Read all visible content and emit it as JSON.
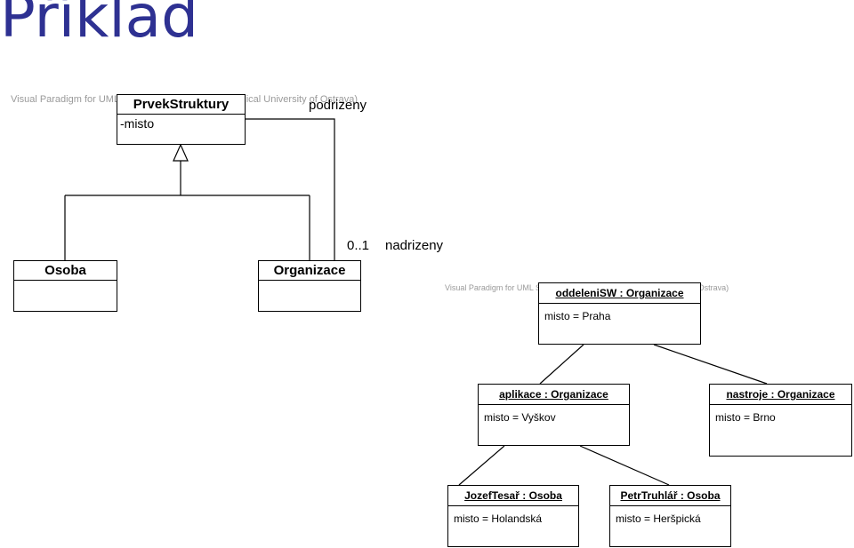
{
  "title": "Příklad",
  "watermark_class": "Visual Paradigm for UML Standard Edition(VSB-Technical University of Ostrava)",
  "watermark_object": "Visual Paradigm for UML Standard Edition(VSB-Technical University of Ostrava)",
  "class_diagram": {
    "prvek": {
      "name": "PrvekStruktury",
      "attribute": "-misto"
    },
    "osoba": {
      "name": "Osoba"
    },
    "organizace": {
      "name": "Organizace"
    },
    "association": {
      "role_sub": "podrizeny",
      "multiplicity": "0..1",
      "role_super": "nadrizeny"
    }
  },
  "object_diagram": {
    "oddeleni": {
      "name": "oddeleniSW : Organizace",
      "attribute": "misto = Praha"
    },
    "aplikace": {
      "name": "aplikace : Organizace",
      "attribute": "misto = Vyškov"
    },
    "nastroje": {
      "name": "nastroje : Organizace",
      "attribute": "misto = Brno"
    },
    "jozef": {
      "name": "JozefTesař : Osoba",
      "attribute": "misto = Holandská"
    },
    "petr": {
      "name": "PetrTruhlář : Osoba",
      "attribute": "misto = Heršpická"
    }
  }
}
